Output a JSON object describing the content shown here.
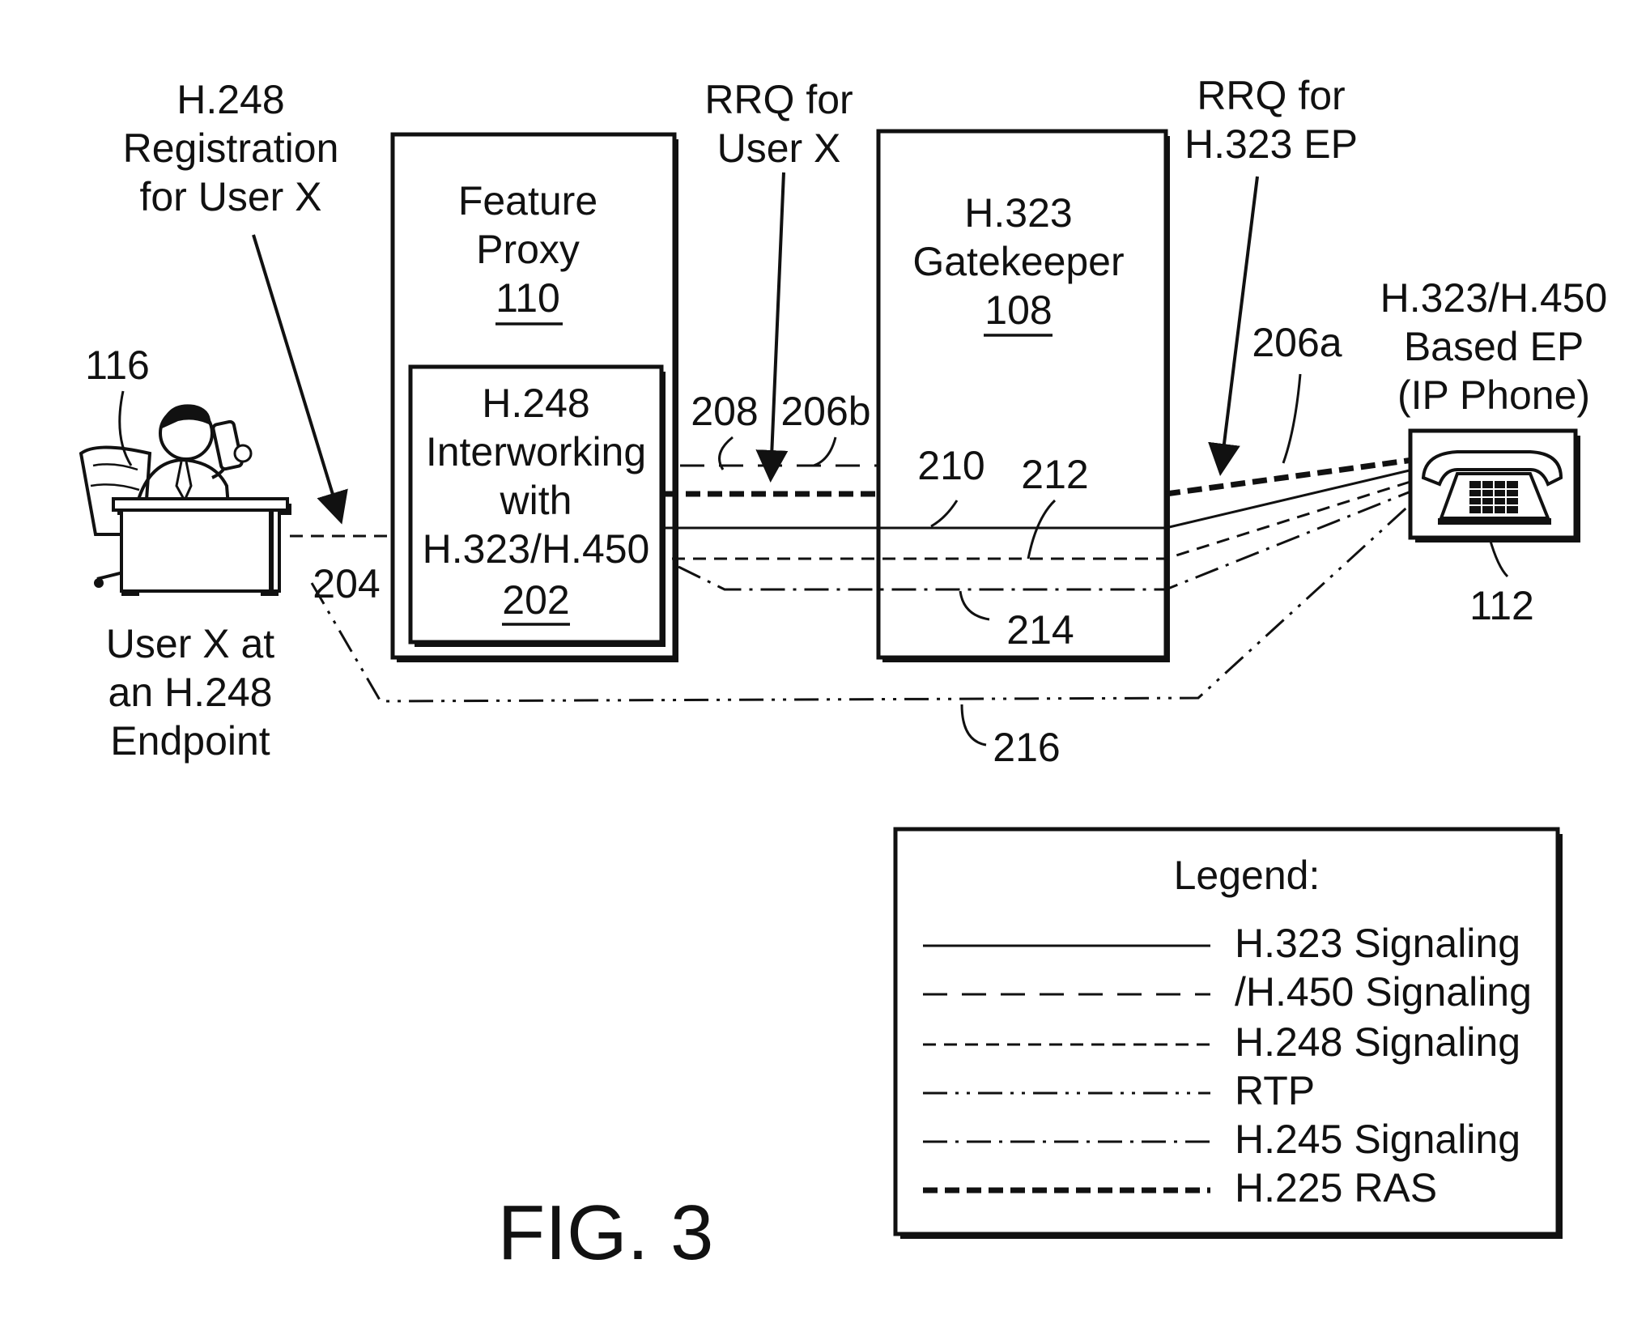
{
  "figure": {
    "caption": "FIG. 3"
  },
  "annotations": {
    "h248_registration": [
      "H.248",
      "Registration",
      "for User X"
    ],
    "rrq_user_x": [
      "RRQ for",
      "User X"
    ],
    "rrq_h323_ep": [
      "RRQ for",
      "H.323 EP"
    ]
  },
  "boxes": {
    "feature_proxy": {
      "lines": [
        "Feature",
        "Proxy"
      ],
      "ref": "110"
    },
    "interworking": {
      "lines": [
        "H.248",
        "Interworking",
        "with",
        "H.323/H.450"
      ],
      "ref": "202"
    },
    "gatekeeper": {
      "lines": [
        "H.323",
        "Gatekeeper"
      ],
      "ref": "108"
    }
  },
  "endpoints": {
    "user": {
      "ref": "116",
      "caption": [
        "User X at",
        "an H.248",
        "Endpoint"
      ]
    },
    "phone": {
      "ref": "112",
      "caption": [
        "H.323/H.450",
        "Based EP",
        "(IP Phone)"
      ]
    }
  },
  "reference_numerals": {
    "r204": "204",
    "r206a": "206a",
    "r206b": "206b",
    "r208": "208",
    "r210": "210",
    "r212": "212",
    "r214": "214",
    "r216": "216"
  },
  "legend": {
    "title": "Legend:",
    "entries": [
      {
        "label": "H.323 Signaling",
        "style": "solid"
      },
      {
        "label": "/H.450 Signaling",
        "style": "long-dash"
      },
      {
        "label": "H.248 Signaling",
        "style": "short-dash"
      },
      {
        "label": "RTP",
        "style": "dash-dot-dot"
      },
      {
        "label": "H.245 Signaling",
        "style": "dash-dot"
      },
      {
        "label": "H.225 RAS",
        "style": "heavy-dash"
      }
    ]
  }
}
